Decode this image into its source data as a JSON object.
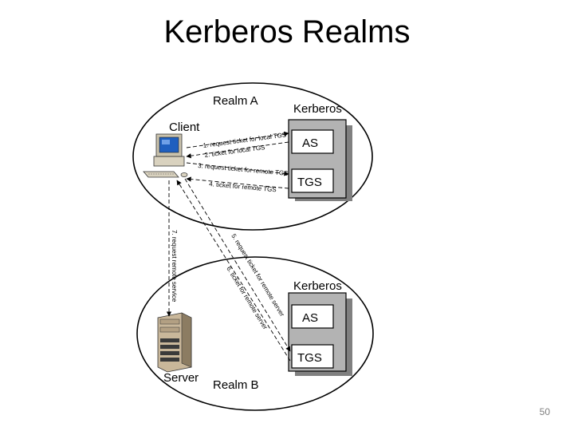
{
  "slide": {
    "title": "Kerberos Realms",
    "page_number": "50"
  },
  "diagram": {
    "realm_a": {
      "label": "Realm A",
      "kerberos_label": "Kerberos",
      "as_label": "AS",
      "tgs_label": "TGS",
      "client_label": "Client"
    },
    "realm_b": {
      "label": "Realm B",
      "kerberos_label": "Kerberos",
      "as_label": "AS",
      "tgs_label": "TGS",
      "server_label": "Server"
    },
    "messages": {
      "m1": "1. request ticket for local TGS",
      "m2": "2. ticket for local TGS",
      "m3": "3. request ticket for remote TGS",
      "m4": "4. ticket for remote TGS",
      "m5": "5. request ticket for remote server",
      "m6": "6. ticket for remote server",
      "m7": "7. request remote service"
    },
    "colors": {
      "server_box": "#b3b3b3",
      "server_shadow": "#808080",
      "pc_body": "#d9d2bf",
      "screen": "#1f5fbf"
    }
  }
}
